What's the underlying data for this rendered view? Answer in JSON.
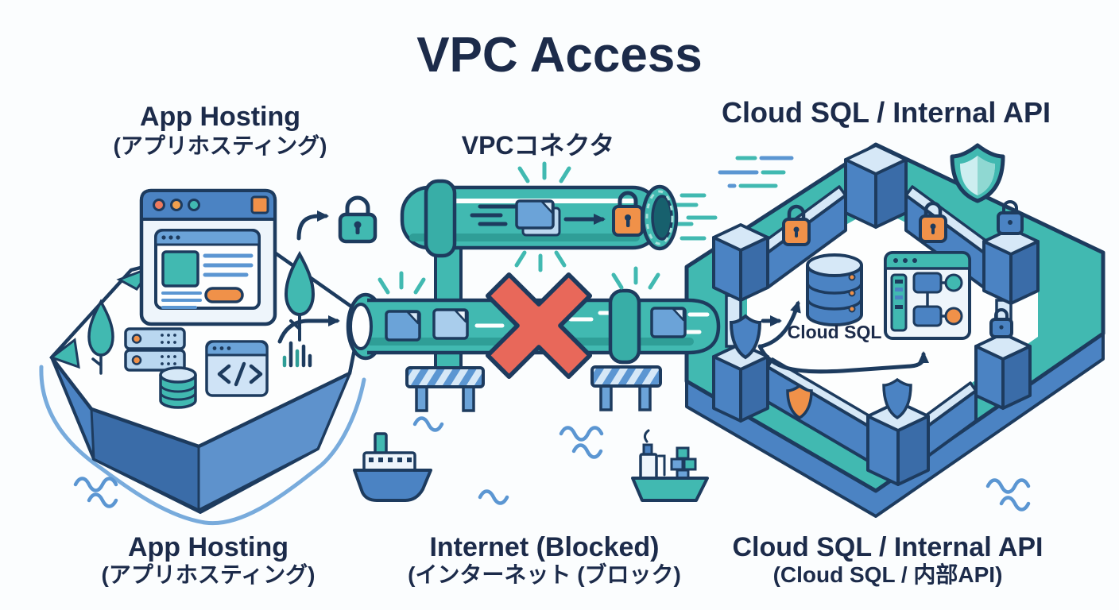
{
  "title": "VPC Access",
  "app_hosting": {
    "top_label_en": "App Hosting",
    "top_label_ja": "(アプリホスティング)",
    "bottom_label_en": "App Hosting",
    "bottom_label_ja": "(アプリホスティング)"
  },
  "vpc_connector": {
    "label": "VPCコネクタ"
  },
  "internet": {
    "bottom_label_en": "Internet (Blocked)",
    "bottom_label_ja": "(インターネット (ブロック)"
  },
  "cloud_sql": {
    "top_label": "Cloud SQL / Internal API",
    "bottom_label_en": "Cloud SQL / Internal API",
    "bottom_label_ja": "(Cloud SQL / 内部API)",
    "database_label": "Cloud SQL"
  },
  "palette": {
    "navy_outline": "#1d3b5e",
    "text_navy": "#1c2b4a",
    "teal": "#41b9b1",
    "teal_dark": "#2f9e97",
    "blue": "#4b83c3",
    "blue_dark": "#3a6ca8",
    "blue_light": "#a9cdec",
    "sky": "#d6e8f7",
    "orange": "#f09149",
    "red_x": "#e8685a",
    "wave_blue": "#5b96d2"
  }
}
